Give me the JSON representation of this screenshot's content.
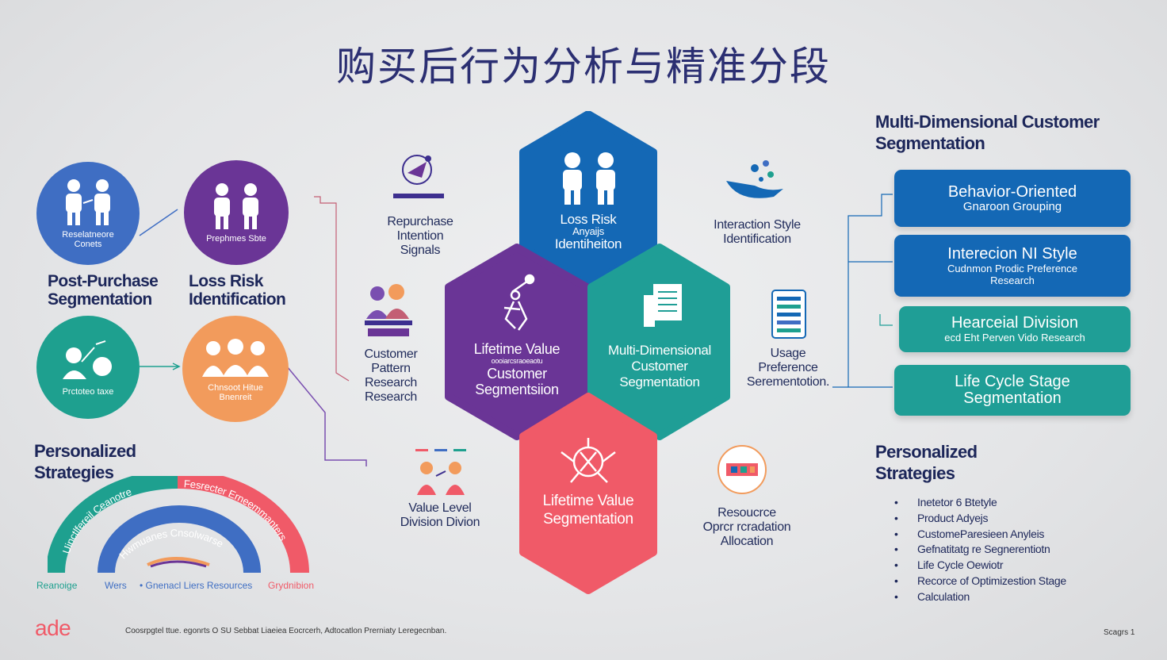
{
  "title": "购买后行为分析与精准分段",
  "left": {
    "circle1": {
      "label": "Reselatneore Conets"
    },
    "circle2": {
      "label": "Prephmes Sbte"
    },
    "circle3": {
      "label": "Prctoteo taxe"
    },
    "circle4": {
      "label": "Chnsoot Hitue Bnenreit"
    },
    "label_post_purchase": [
      "Post-Purchase",
      "Segmentation"
    ],
    "label_loss_risk": [
      "Loss Risk",
      "Identification"
    ],
    "personalized": [
      "Personalized",
      "Strategies"
    ],
    "arc_outer_left": "Uinctlfereil Ceanotre",
    "arc_outer_right": "Fesrecter Erneemmanters",
    "arc_inner": "Hwmuanes Cnsolwarse",
    "bottom_labels": [
      "Reanoige",
      "Wers",
      "• Gnenacl Liers Resources",
      "Grydnibion"
    ]
  },
  "center": {
    "top_icon_label": [
      "Repurchase",
      "Intention",
      "Signals"
    ],
    "mid_icon_label": [
      "Customer",
      "Pattern",
      "Research",
      "Research"
    ],
    "bottom_icon_label": [
      "Value Level",
      "Division Divion"
    ],
    "right_top_label": [
      "Interaction Style",
      "Identification"
    ],
    "right_mid_label": [
      "Usage",
      "Preference",
      "Serementotion."
    ],
    "right_bottom_label": [
      "Resoucrce",
      "Oprcr rcradation",
      "Allocation"
    ],
    "hex_top": [
      "Loss Risk",
      "Anyaijs",
      "Identiheiton"
    ],
    "hex_left": [
      "Lifetime Value",
      "oooiarcsraoeaotu",
      "Customer",
      "Segmentsiion"
    ],
    "hex_right": [
      "Multi-Dimensional",
      "Customer",
      "Segmentation"
    ],
    "hex_bottom": [
      "Lifetime Value",
      "Segmentation"
    ]
  },
  "right": {
    "heading": [
      "Multi-Dimensional Customer",
      "Segmentation"
    ],
    "boxes": [
      {
        "title": "Behavior-Oriented",
        "sub": "Gnaroon Grouping",
        "color": "#1468b5"
      },
      {
        "title": "Interecion NI Style",
        "sub": "Cudnmon Prodic Preference Research",
        "color": "#1468b5"
      },
      {
        "title": "Hearceial Division",
        "sub": "ecd Eht Perven Vido Research",
        "color": "#1f9e96"
      },
      {
        "title": "Life Cycle Stage",
        "sub": "Segmentation",
        "color": "#1f9e96"
      }
    ],
    "personalized": [
      "Personalized",
      "Strategies"
    ],
    "bullets": [
      "Inetetor 6 Btetyle",
      "Product Adyejs",
      "CustomeParesieen Anyleis",
      "Gefnatitatg re Segnerentiotn",
      "Life Cycle Oewiotr",
      "Recorce of Optimizestion Stage",
      "Calculation"
    ]
  },
  "footer": {
    "logo": "ade",
    "text": "Coosrpgtel ttue. egonrts O SU Sebbat Liaeiea Eocrcerh, Adtocatlon Prerniaty Leregecnban.",
    "page": "Scagrs 1"
  },
  "colors": {
    "blue": "#1468b5",
    "purple": "#6a3596",
    "teal": "#1f9e96",
    "coral": "#f05a68",
    "orange": "#f29b5c",
    "circle_blue": "#3f6ec3",
    "circle_purple": "#6a3596",
    "circle_teal": "#1ea08f"
  }
}
